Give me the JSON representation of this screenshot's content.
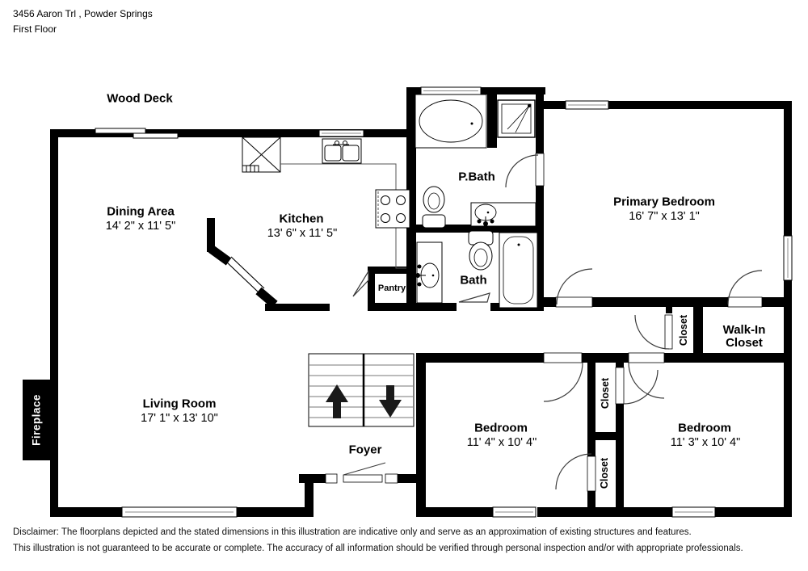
{
  "header": {
    "address": "3456 Aaron Trl , Powder Springs",
    "floor": "First Floor"
  },
  "plan": {
    "wood_deck": "Wood Deck",
    "dining": {
      "name": "Dining Area",
      "dim": "14' 2\" x 11' 5\""
    },
    "kitchen": {
      "name": "Kitchen",
      "dim": "13' 6\" x 11' 5\""
    },
    "pbath": {
      "name": "P.Bath"
    },
    "primary_bedroom": {
      "name": "Primary Bedroom",
      "dim": "16' 7\" x 13' 1\""
    },
    "bath": {
      "name": "Bath"
    },
    "pantry": {
      "name": "Pantry"
    },
    "living": {
      "name": "Living Room",
      "dim": "17' 1\" x 13' 10\""
    },
    "foyer": {
      "name": "Foyer"
    },
    "bedroom_left": {
      "name": "Bedroom",
      "dim": "11' 4\" x 10' 4\""
    },
    "bedroom_right": {
      "name": "Bedroom",
      "dim": "11' 3\" x 10' 4\""
    },
    "walk_in_closet": {
      "name": "Walk-In Closet"
    },
    "closet_hall": {
      "name": "Closet"
    },
    "closet_upper": {
      "name": "Closet"
    },
    "closet_lower": {
      "name": "Closet"
    },
    "fireplace": {
      "name": "Fireplace"
    }
  },
  "disclaimer": {
    "line1": "Disclaimer: The floorplans depicted and the stated dimensions in this illustration are indicative only and serve as an approximation of existing structures and features.",
    "line2": "This illustration is not guaranteed to be accurate or complete. The accuracy of all information should be verified through personal inspection and/or with appropriate professionals."
  },
  "colors": {
    "wall": "#000000",
    "background": "#ffffff",
    "text": "#000000",
    "fireplace_text": "#ffffff"
  }
}
